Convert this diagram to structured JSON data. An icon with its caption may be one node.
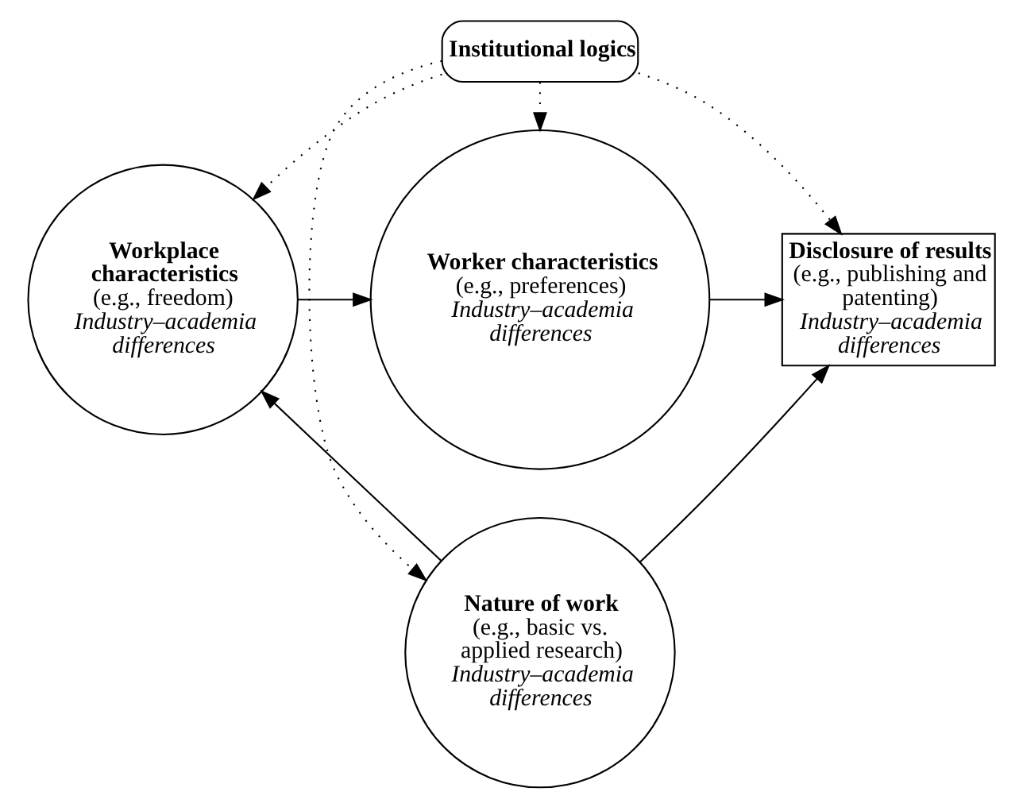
{
  "diagram": {
    "nodes": [
      {
        "text": [
          "Nature of work",
          "(e.g., basic vs. applied research)",
          "Industry–academia differences"
        ]
      },
      {
        "text": [
          "Workplace characteristics",
          "(e.g., freedom)",
          "Industry–academia differences"
        ]
      },
      {
        "text": [
          "Institutional logics"
        ]
      },
      {
        "text": [
          "Disclosure of results",
          "(e.g., publishing and patenting)",
          "Industry–academia differences"
        ]
      },
      {
        "text": [
          "Worker characteristics",
          "(e.g., preferences)",
          "Industry–academia differences"
        ]
      }
    ],
    "edges": [
      {
        "from": 0,
        "to": 1,
        "arrow": "to"
      },
      {
        "from": 0,
        "to": 3,
        "arrow": "to"
      },
      {
        "from": 1,
        "to": 4,
        "arrow": "to"
      },
      {
        "from": 4,
        "to": 3,
        "arrow": "to"
      },
      {
        "from": 2,
        "to": 0,
        "arrow": "to",
        "style": "dashed"
      },
      {
        "from": 2,
        "to": 1,
        "arrow": "to",
        "style": "dashed"
      },
      {
        "from": 2,
        "to": 3,
        "arrow": "to",
        "style": "dashed"
      },
      {
        "from": 2,
        "to": 4,
        "arrow": "to",
        "style": "dashed"
      }
    ]
  }
}
